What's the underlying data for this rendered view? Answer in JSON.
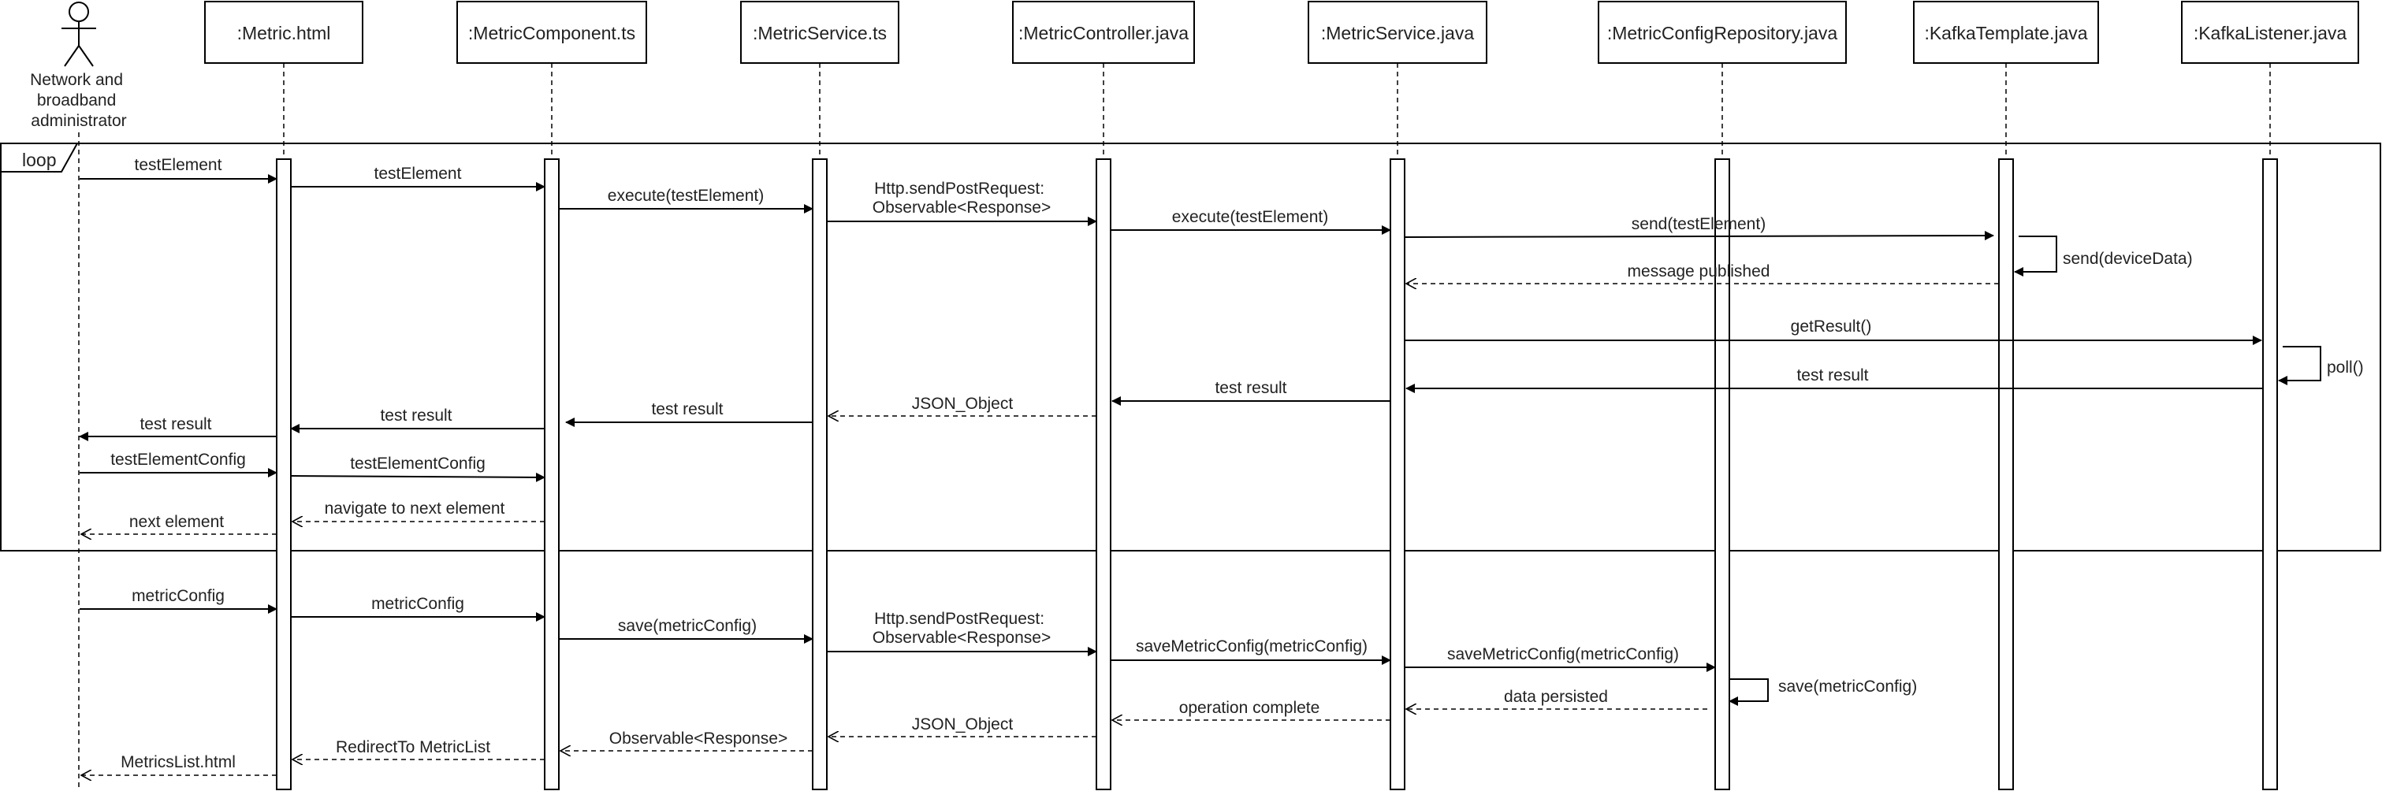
{
  "actor": {
    "name_lines": [
      "Network and",
      "broadband",
      "administrator"
    ]
  },
  "participants": [
    ":Metric.html",
    ":MetricComponent.ts",
    ":MetricService.ts",
    ":MetricController.java",
    ":MetricService.java",
    ":MetricConfigRepository.java",
    ":KafkaTemplate.java",
    ":KafkaListener.java"
  ],
  "frame": {
    "label": "loop"
  },
  "messages": [
    {
      "label": "testElement"
    },
    {
      "label": "testElement"
    },
    {
      "label": "execute(testElement)"
    },
    {
      "label": "Http.sendPostRequest:",
      "label2": "Observable<Response>"
    },
    {
      "label": "execute(testElement)"
    },
    {
      "label": "send(testElement)"
    },
    {
      "label": "send(deviceData)"
    },
    {
      "label": "message published"
    },
    {
      "label": "getResult()"
    },
    {
      "label": "poll()"
    },
    {
      "label": "test result"
    },
    {
      "label": "test result"
    },
    {
      "label": "JSON_Object"
    },
    {
      "label": "test result"
    },
    {
      "label": "test result"
    },
    {
      "label": "test result"
    },
    {
      "label": "testElementConfig"
    },
    {
      "label": "testElementConfig"
    },
    {
      "label": "navigate to next element"
    },
    {
      "label": "next element"
    },
    {
      "label": "metricConfig"
    },
    {
      "label": "metricConfig"
    },
    {
      "label": "save(metricConfig)"
    },
    {
      "label": "Http.sendPostRequest:",
      "label2": "Observable<Response>"
    },
    {
      "label": "saveMetricConfig(metricConfig)"
    },
    {
      "label": "saveMetricConfig(metricConfig)"
    },
    {
      "label": "save(metricConfig)"
    },
    {
      "label": "data persisted"
    },
    {
      "label": "operation complete"
    },
    {
      "label": "JSON_Object"
    },
    {
      "label": "Observable<Response>"
    },
    {
      "label": "RedirectTo MetricList"
    },
    {
      "label": "MetricsList.html"
    }
  ]
}
